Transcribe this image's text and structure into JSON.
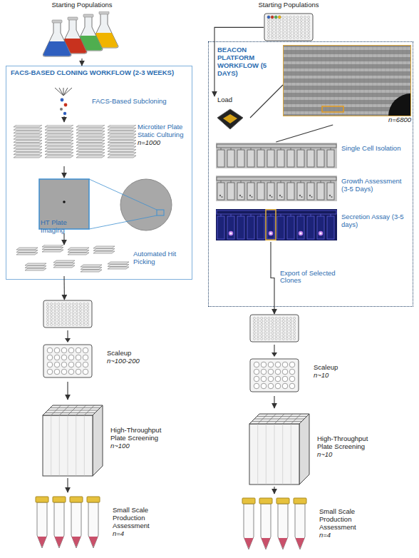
{
  "diagram": {
    "nodes": [
      {
        "text": [
          "Starting Populations"
        ]
      },
      {
        "text": [
          "FACS-BASED CLONING WORKFLOW (2-3 WEEKS)"
        ]
      },
      {
        "text": [
          "FACS-Based Subcloning"
        ],
        "in": 1
      },
      {
        "text": [
          "Microtiter Plate Static Culturing",
          "n=1000"
        ],
        "in": 1
      },
      {
        "text": [
          "HT Plate Imaging"
        ],
        "in": 1
      },
      {
        "text": [
          "Automated Hit Picking"
        ],
        "in": 1
      },
      {
        "text": [
          "Scaleup",
          "n~100-200"
        ]
      },
      {
        "text": [
          "High-Throughput Plate Screening",
          "n~100"
        ]
      },
      {
        "text": [
          "Small Scale Production Assessment",
          "n=4"
        ]
      },
      {
        "text": [
          "Starting Populations"
        ]
      },
      {
        "text": [
          "BEACON PLATFORM WORKFLOW (5 DAYS)"
        ]
      },
      {
        "text": [
          "Load"
        ],
        "in": 10
      },
      {
        "text": [
          "n=6800"
        ],
        "in": 10
      },
      {
        "text": [
          "Single Cell Isolation"
        ],
        "in": 10
      },
      {
        "text": [
          "Growth Assessment (3-5 Days)"
        ],
        "in": 10
      },
      {
        "text": [
          "Secretion Assay (3-5 days)"
        ],
        "in": 10
      },
      {
        "text": [
          "Scaleup",
          "n~10"
        ]
      },
      {
        "text": [
          "High-Throughput Plate Screening",
          "n~10"
        ]
      },
      {
        "text": [
          "Small Scale Production Assessment",
          "n=4"
        ]
      }
    ],
    "edges": [
      {
        "from": 0,
        "to": 1,
        "arrow": "to"
      },
      {
        "from": 2,
        "to": 3,
        "arrow": "to"
      },
      {
        "from": 3,
        "to": 4,
        "arrow": "to"
      },
      {
        "from": 4,
        "to": 5,
        "arrow": "to"
      },
      {
        "from": 5,
        "to": 6,
        "arrow": "to"
      },
      {
        "from": 6,
        "to": 7,
        "arrow": "to"
      },
      {
        "from": 7,
        "to": 8,
        "arrow": "to"
      },
      {
        "from": 9,
        "to": 11,
        "arrow": "to"
      },
      {
        "from": 11,
        "to": 12,
        "arrow": "none"
      },
      {
        "from": 12,
        "to": 13,
        "arrow": "none"
      },
      {
        "from": 15,
        "to": 16,
        "label": "Export of Selected Clones",
        "arrow": "to"
      },
      {
        "from": 16,
        "to": 17,
        "arrow": "to"
      },
      {
        "from": 17,
        "to": 18,
        "arrow": "to"
      }
    ]
  }
}
